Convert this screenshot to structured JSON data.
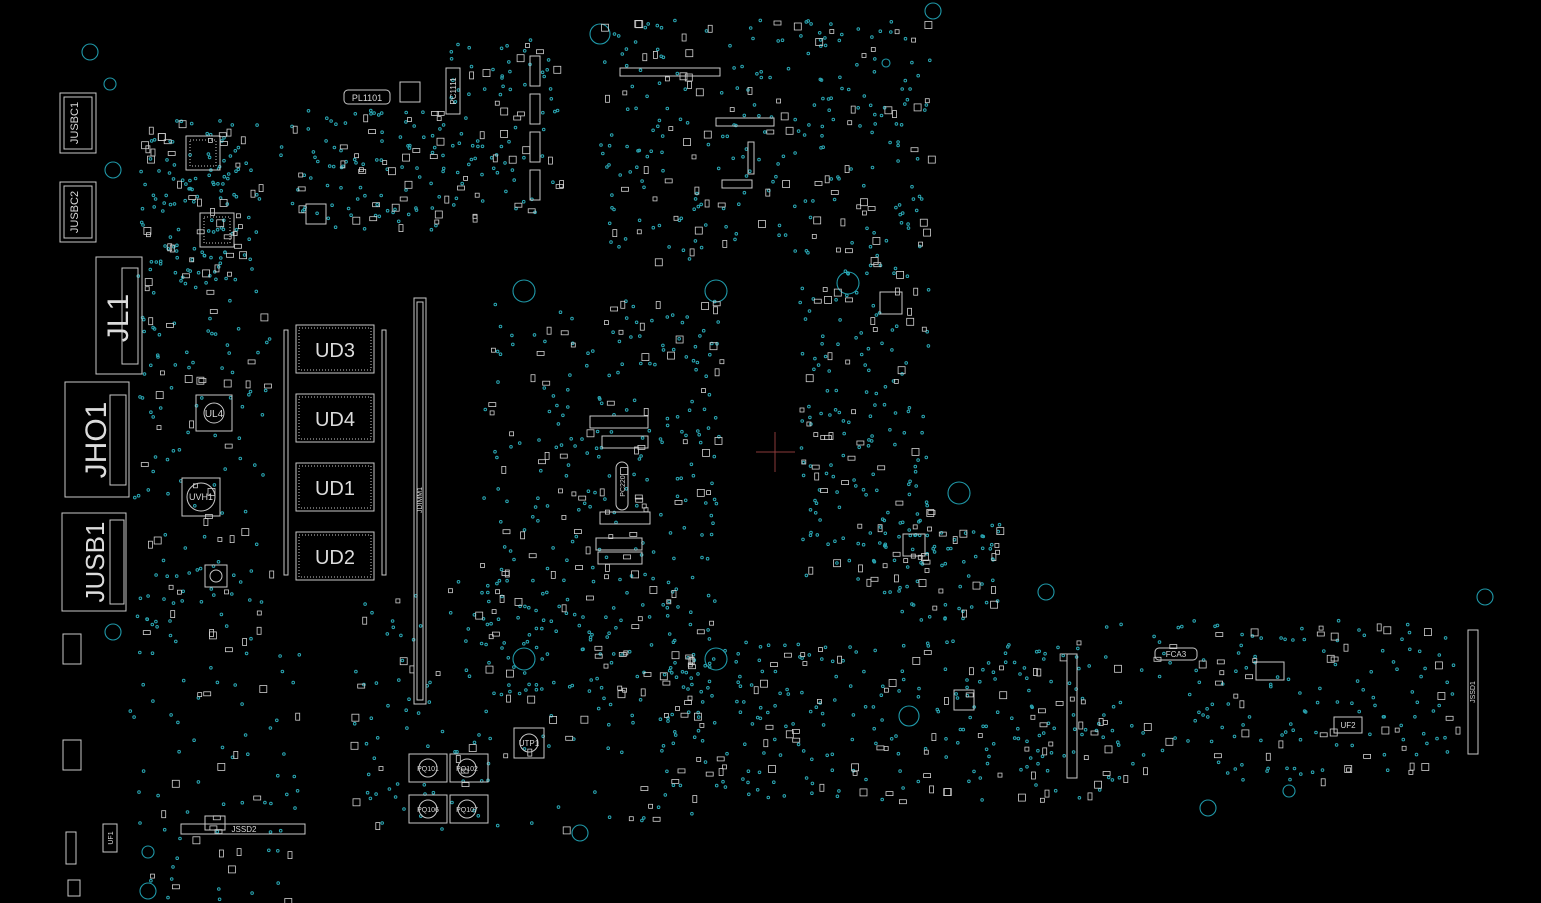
{
  "colors": {
    "background": "#000000",
    "outline": "#c8c8c8",
    "via": "#2aa7b4",
    "cursor": "#8a3a3a"
  },
  "labels": {
    "jusbc1": "JUSBC1",
    "jusbc2": "JUSBC2",
    "jl1": "JL1",
    "jho1": "JHO1",
    "jusb1": "JUSB1",
    "ud3": "UD3",
    "ud4": "UD4",
    "ud1": "UD1",
    "ud2": "UD2",
    "ul4": "UL4",
    "uvh1": "UVH1",
    "pl1101": "PL1101",
    "pc1111": "PC1111",
    "jdimm1": "JDIMM1",
    "pc220": "PC220",
    "utp1": "UTP1",
    "pq101": "PQ101",
    "pq102": "PQ102",
    "pq106": "PQ106",
    "pq107": "PQ107",
    "jssd2": "JSSD2",
    "uf1": "UF1",
    "fca3": "FCA3",
    "uf2": "UF2",
    "jssd1": "JSSD1"
  }
}
